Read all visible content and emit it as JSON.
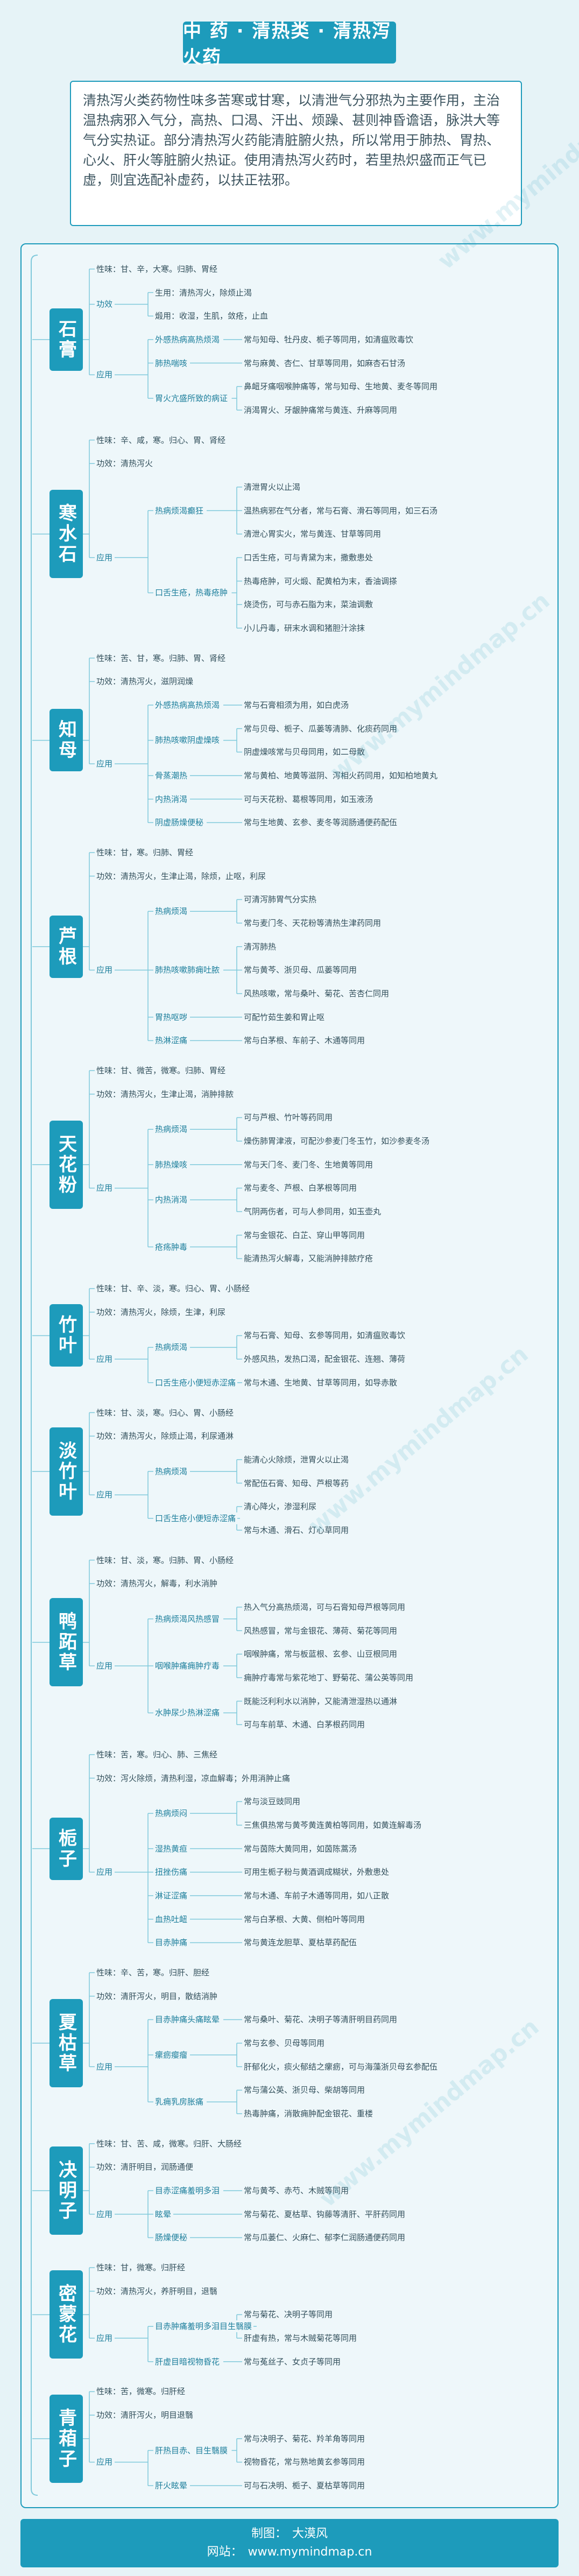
{
  "title": "中 药 · 清热类 · 清热泻火药",
  "intro": "清热泻火类药物性味多苦寒或甘寒，以清泄气分邪热为主要作用，主治温热病邪入气分，高热、口渴、汗出、烦躁、甚则神昏谵语，脉洪大等气分实热证。部分清热泻火药能清脏腑火热，所以常用于肺热、胃热、心火、肝火等脏腑火热证。使用清热泻火药时，若里热炽盛而正气已虚，则宜选配补虚药，以扶正祛邪。",
  "watermark": "www.mymindmap.cn",
  "footer": {
    "author_label": "制图：",
    "author": "大漠风",
    "site_label": "网站：",
    "site": "www.mymindmap.cn"
  },
  "colors": {
    "accent": "#1d9bbb",
    "line": "#7fc9db",
    "text": "#33505c",
    "background": "#e6f3f7"
  },
  "herbs": [
    {
      "name": "石膏",
      "children": [
        {
          "label": "性味：甘、辛，大寒。归肺、胃经"
        },
        {
          "label": "功效",
          "children": [
            {
              "label": "生用：清热泻火，除烦止渴"
            },
            {
              "label": "煅用：收湿，生肌，敛疮，止血"
            }
          ]
        },
        {
          "label": "应用",
          "children": [
            {
              "label": "外感热病高热烦渴",
              "children": [
                {
                  "label": "常与知母、牡丹皮、栀子等同用，如清瘟败毒饮"
                }
              ]
            },
            {
              "label": "肺热喘咳",
              "children": [
                {
                  "label": "常与麻黄、杏仁、甘草等同用，如麻杏石甘汤"
                }
              ]
            },
            {
              "label": "胃火亢盛所致的病证",
              "children": [
                {
                  "label": "鼻衄牙痛咽喉肿痛等，常与知母、生地黄、麦冬等同用"
                },
                {
                  "label": "消渴胃火、牙龈肿痛常与黄连、升麻等同用"
                }
              ]
            }
          ]
        }
      ]
    },
    {
      "name": "寒水石",
      "children": [
        {
          "label": "性味：辛、咸，寒。归心、胃、肾经"
        },
        {
          "label": "功效：清热泻火"
        },
        {
          "label": "应用",
          "children": [
            {
              "label": "热病烦渴癫狂",
              "children": [
                {
                  "label": "清泄胃火以止渴"
                },
                {
                  "label": "温热病邪在气分者，常与石膏、滑石等同用，如三石汤"
                },
                {
                  "label": "清泄心胃实火，常与黄连、甘草等同用"
                }
              ]
            },
            {
              "label": "口舌生疮，热毒疮肿",
              "children": [
                {
                  "label": "口舌生疮，可与青黛为末，撒敷患处"
                },
                {
                  "label": "热毒疮肿，可火煅、配黄柏为末，香油调搽"
                },
                {
                  "label": "烧烫伤，可与赤石脂为末，菜油调敷"
                },
                {
                  "label": "小儿丹毒，研末水调和猪胆汁涂抹"
                }
              ]
            }
          ]
        }
      ]
    },
    {
      "name": "知母",
      "children": [
        {
          "label": "性味：苦、甘，寒。归肺、胃、肾经"
        },
        {
          "label": "功效：清热泻火，滋阴润燥"
        },
        {
          "label": "应用",
          "children": [
            {
              "label": "外感热病高热烦渴",
              "children": [
                {
                  "label": "常与石膏相须为用，如白虎汤"
                }
              ]
            },
            {
              "label": "肺热咳嗽阴虚燥咳",
              "children": [
                {
                  "label": "常与贝母、栀子、瓜蒌等清肺、化痰药同用"
                },
                {
                  "label": "阴虚燥咳常与贝母同用，如二母散"
                }
              ]
            },
            {
              "label": "骨蒸潮热",
              "children": [
                {
                  "label": "常与黄柏、地黄等滋阴、泻相火药同用，如知柏地黄丸"
                }
              ]
            },
            {
              "label": "内热消渴",
              "children": [
                {
                  "label": "可与天花粉、葛根等同用，如玉液汤"
                }
              ]
            },
            {
              "label": "阴虚肠燥便秘",
              "children": [
                {
                  "label": "常与生地黄、玄参、麦冬等润肠通便药配伍"
                }
              ]
            }
          ]
        }
      ]
    },
    {
      "name": "芦根",
      "children": [
        {
          "label": "性味：甘，寒。归肺、胃经"
        },
        {
          "label": "功效：清热泻火，生津止渴，除烦，止呕，利尿"
        },
        {
          "label": "应用",
          "children": [
            {
              "label": "热病烦渴",
              "children": [
                {
                  "label": "可清泻肺胃气分实热"
                },
                {
                  "label": "常与麦门冬、天花粉等清热生津药同用"
                }
              ]
            },
            {
              "label": "肺热咳嗽肺痈吐脓",
              "children": [
                {
                  "label": "清泻肺热"
                },
                {
                  "label": "常与黄芩、浙贝母、瓜蒌等同用"
                },
                {
                  "label": "风热咳嗽，常与桑叶、菊花、苦杏仁同用"
                }
              ]
            },
            {
              "label": "胃热呕哕",
              "children": [
                {
                  "label": "可配竹茹生姜和胃止呕"
                }
              ]
            },
            {
              "label": "热淋涩痛",
              "children": [
                {
                  "label": "常与白茅根、车前子、木通等同用"
                }
              ]
            }
          ]
        }
      ]
    },
    {
      "name": "天花粉",
      "children": [
        {
          "label": "性味：甘、微苦，微寒。归肺、胃经"
        },
        {
          "label": "功效：清热泻火，生津止渴，消肿排脓"
        },
        {
          "label": "应用",
          "children": [
            {
              "label": "热病烦渴",
              "children": [
                {
                  "label": "可与芦根、竹叶等药同用"
                },
                {
                  "label": "燥伤肺胃津液，可配沙参麦门冬玉竹，如沙参麦冬汤"
                }
              ]
            },
            {
              "label": "肺热燥咳",
              "children": [
                {
                  "label": "常与天门冬、麦门冬、生地黄等同用"
                }
              ]
            },
            {
              "label": "内热消渴",
              "children": [
                {
                  "label": "常与麦冬、芦根、白茅根等同用"
                },
                {
                  "label": "气阴两伤者，可与人参同用，如玉壶丸"
                }
              ]
            },
            {
              "label": "疮疡肿毒",
              "children": [
                {
                  "label": "常与金银花、白芷、穿山甲等同用"
                },
                {
                  "label": "能清热泻火解毒，又能消肿排脓疗疮"
                }
              ]
            }
          ]
        }
      ]
    },
    {
      "name": "竹叶",
      "children": [
        {
          "label": "性味：甘、辛、淡，寒。归心、胃、小肠经"
        },
        {
          "label": "功效：清热泻火，除烦，生津，利尿"
        },
        {
          "label": "应用",
          "children": [
            {
              "label": "热病烦渴",
              "children": [
                {
                  "label": "常与石膏、知母、玄参等同用，如清瘟败毒饮"
                },
                {
                  "label": "外感风热，发热口渴，配金银花、连翘、薄荷"
                }
              ]
            },
            {
              "label": "口舌生疮小便短赤涩痛",
              "children": [
                {
                  "label": "常与木通、生地黄、甘草等同用，如导赤散"
                }
              ]
            }
          ]
        }
      ]
    },
    {
      "name": "淡竹叶",
      "children": [
        {
          "label": "性味：甘、淡，寒。归心、胃、小肠经"
        },
        {
          "label": "功效：清热泻火，除烦止渴，利尿通淋"
        },
        {
          "label": "应用",
          "children": [
            {
              "label": "热病烦渴",
              "children": [
                {
                  "label": "能清心火除烦，泄胃火以止渴"
                },
                {
                  "label": "常配伍石膏、知母、芦根等药"
                }
              ]
            },
            {
              "label": "口舌生疮小便短赤涩痛",
              "children": [
                {
                  "label": "清心降火，渗湿利尿"
                },
                {
                  "label": "常与木通、滑石、灯心草同用"
                }
              ]
            }
          ]
        }
      ]
    },
    {
      "name": "鸭跖草",
      "children": [
        {
          "label": "性味：甘、淡，寒。归肺、胃、小肠经"
        },
        {
          "label": "功效：清热泻火，解毒，利水消肿"
        },
        {
          "label": "应用",
          "children": [
            {
              "label": "热病烦渴风热感冒",
              "children": [
                {
                  "label": "热入气分高热烦渴，可与石膏知母芦根等同用"
                },
                {
                  "label": "风热感冒，常与金银花、薄荷、菊花等同用"
                }
              ]
            },
            {
              "label": "咽喉肿痛痈肿疔毒",
              "children": [
                {
                  "label": "咽喉肿痛，常与板蓝根、玄参、山豆根同用"
                },
                {
                  "label": "痈肿疔毒常与紫花地丁、野菊花、蒲公英等同用"
                }
              ]
            },
            {
              "label": "水肿尿少热淋涩痛",
              "children": [
                {
                  "label": "既能泛利利水以消肿，又能清泄湿热以通淋"
                },
                {
                  "label": "可与车前草、木通、白茅根药同用"
                }
              ]
            }
          ]
        }
      ]
    },
    {
      "name": "栀子",
      "children": [
        {
          "label": "性味：苦，寒。归心、肺、三焦经"
        },
        {
          "label": "功效：泻火除烦，清热利湿，凉血解毒；外用消肿止痛"
        },
        {
          "label": "应用",
          "children": [
            {
              "label": "热病烦闷",
              "children": [
                {
                  "label": "常与淡豆豉同用"
                },
                {
                  "label": "三焦俱热常与黄芩黄连黄柏等同用，如黄连解毒汤"
                }
              ]
            },
            {
              "label": "湿热黄疸",
              "children": [
                {
                  "label": "常与茵陈大黄同用，如茵陈蒿汤"
                }
              ]
            },
            {
              "label": "扭挫伤痛",
              "children": [
                {
                  "label": "可用生栀子粉与黄酒调成糊状，外敷患处"
                }
              ]
            },
            {
              "label": "淋证涩痛",
              "children": [
                {
                  "label": "常与木通、车前子木通等同用，如八正散"
                }
              ]
            },
            {
              "label": "血热吐衄",
              "children": [
                {
                  "label": "常与白茅根、大黄、侧柏叶等同用"
                }
              ]
            },
            {
              "label": "目赤肿痛",
              "children": [
                {
                  "label": "常与黄连龙胆草、夏枯草药配伍"
                }
              ]
            }
          ]
        }
      ]
    },
    {
      "name": "夏枯草",
      "children": [
        {
          "label": "性味：辛、苦，寒。归肝、胆经"
        },
        {
          "label": "功效：清肝泻火，明目，散结消肿"
        },
        {
          "label": "应用",
          "children": [
            {
              "label": "目赤肿痛头痛眩晕",
              "children": [
                {
                  "label": "常与桑叶、菊花、决明子等清肝明目药同用"
                }
              ]
            },
            {
              "label": "瘰疬瘿瘤",
              "children": [
                {
                  "label": "常与玄参、贝母等同用"
                },
                {
                  "label": "肝郁化火，痰火郁结之瘰疬，可与海藻浙贝母玄参配伍"
                }
              ]
            },
            {
              "label": "乳痈乳房胀痛",
              "children": [
                {
                  "label": "常与蒲公英、浙贝母、柴胡等同用"
                },
                {
                  "label": "热毒肿痛，消散痈肿配金银花、重楼"
                }
              ]
            }
          ]
        }
      ]
    },
    {
      "name": "决明子",
      "children": [
        {
          "label": "性味：甘、苦、咸，微寒。归肝、大肠经"
        },
        {
          "label": "功效：清肝明目，润肠通便"
        },
        {
          "label": "应用",
          "children": [
            {
              "label": "目赤涩痛羞明多泪",
              "children": [
                {
                  "label": "常与黄芩、赤芍、木贼等同用"
                }
              ]
            },
            {
              "label": "眩晕",
              "children": [
                {
                  "label": "常与菊花、夏枯草、钩藤等清肝、平肝药同用"
                }
              ]
            },
            {
              "label": "肠燥便秘",
              "children": [
                {
                  "label": "常与瓜蒌仁、火麻仁、郁李仁润肠通便药同用"
                }
              ]
            }
          ]
        }
      ]
    },
    {
      "name": "密蒙花",
      "children": [
        {
          "label": "性味：甘，微寒。归肝经"
        },
        {
          "label": "功效：清热泻火，养肝明目，退翳"
        },
        {
          "label": "应用",
          "children": [
            {
              "label": "目赤肿痛羞明多泪目生翳膜",
              "children": [
                {
                  "label": "常与菊花、决明子等同用"
                },
                {
                  "label": "肝虚有热，常与木贼菊花等同用"
                }
              ]
            },
            {
              "label": "肝虚目暗视物昏花",
              "children": [
                {
                  "label": "常与菟丝子、女贞子等同用"
                }
              ]
            }
          ]
        }
      ]
    },
    {
      "name": "青葙子",
      "children": [
        {
          "label": "性味：苦，微寒。归肝经"
        },
        {
          "label": "功效：清肝泻火，明目退翳"
        },
        {
          "label": "应用",
          "children": [
            {
              "label": "肝热目赤、目生翳膜",
              "children": [
                {
                  "label": "常与决明子、菊花、羚羊角等同用"
                },
                {
                  "label": "视物昏花，常与熟地黄玄参等同用"
                }
              ]
            },
            {
              "label": "肝火眩晕",
              "children": [
                {
                  "label": "可与石决明、栀子、夏枯草等同用"
                }
              ]
            }
          ]
        }
      ]
    }
  ]
}
